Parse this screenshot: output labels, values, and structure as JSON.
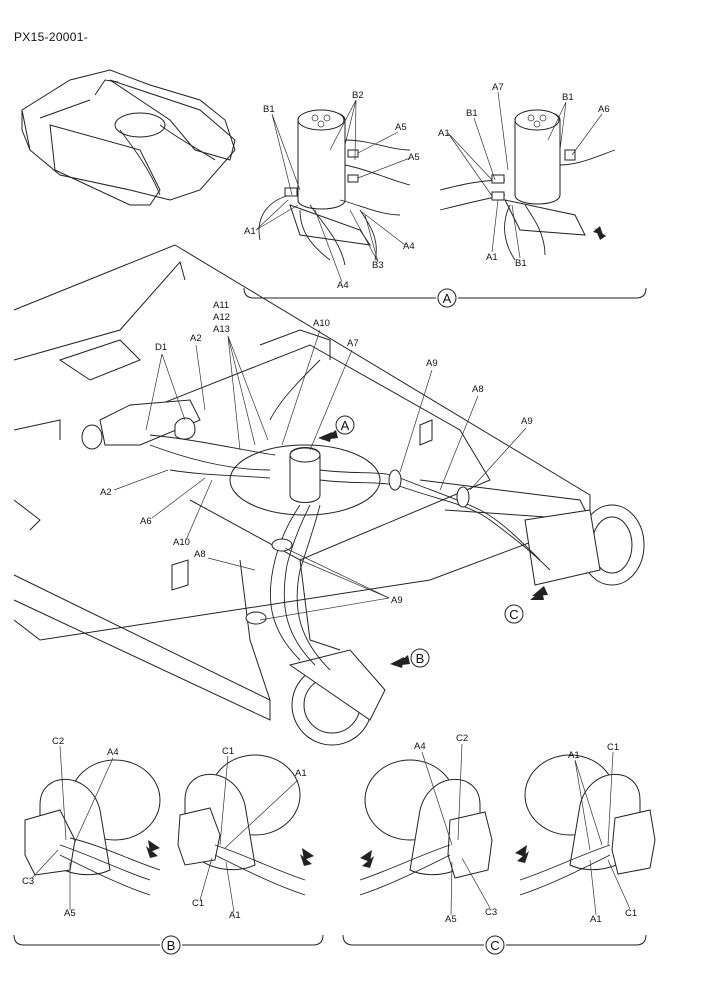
{
  "page_code": "PX15-20001-",
  "views": {
    "A": {
      "marker": "A",
      "left_labels": [
        "B1",
        "B2",
        "A5",
        "A5",
        "A1",
        "A4",
        "B3",
        "A4"
      ],
      "right_labels": [
        "A7",
        "B1",
        "B1",
        "A6",
        "A1",
        "A1",
        "B1"
      ]
    },
    "main": {
      "labels": [
        "A11",
        "A12",
        "A13",
        "A10",
        "A7",
        "D1",
        "A2",
        "A9",
        "A8",
        "A9",
        "A2",
        "A6",
        "A10",
        "A8",
        "A9"
      ],
      "markers": [
        "A",
        "B",
        "C"
      ]
    },
    "B": {
      "marker": "B",
      "left_labels": [
        "C2",
        "A4",
        "C3",
        "A5"
      ],
      "right_labels": [
        "C1",
        "A1",
        "C1",
        "A1"
      ]
    },
    "C": {
      "marker": "C",
      "left_labels": [
        "A4",
        "C2",
        "A5",
        "C3"
      ],
      "right_labels": [
        "A1",
        "C1",
        "A1",
        "C1"
      ]
    }
  },
  "icons": [
    "direction-arrow-icon",
    "excavator-overview-icon"
  ]
}
